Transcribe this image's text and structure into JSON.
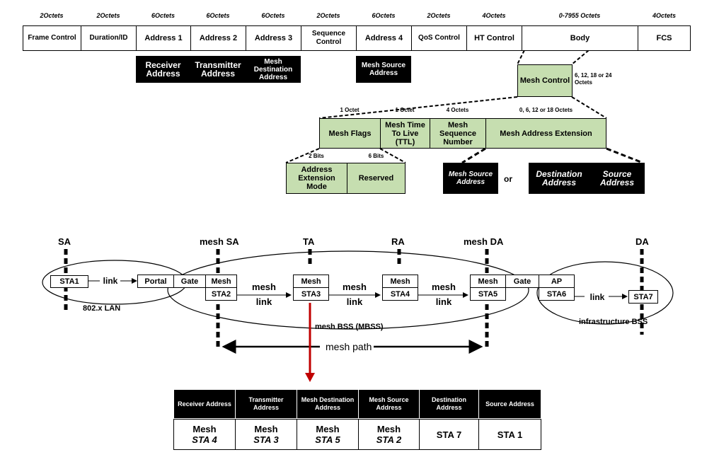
{
  "frame": {
    "octets": [
      "2Octets",
      "2Octets",
      "6Octets",
      "6Octets",
      "6Octets",
      "2Octets",
      "6Octets",
      "2Octets",
      "4Octets",
      "0-7955  Octets",
      "4Octets"
    ],
    "fields": [
      "Frame Control",
      "Duration/ID",
      "Address 1",
      "Address 2",
      "Address 3",
      "Sequence Control",
      "Address 4",
      "QoS Control",
      "HT Control",
      "Body",
      "FCS"
    ],
    "address_roles": {
      "a1": "Receiver Address",
      "a2": "Transmitter Address",
      "a3": "Mesh Destination Address",
      "a4": "Mesh Source Address"
    }
  },
  "mesh_control": {
    "label": "Mesh Control",
    "size": "6, 12, 18 or 24 Octets",
    "octets": [
      "1 Octet",
      "1 Octet",
      "4 Octets",
      "0, 6, 12 or 18 Octets"
    ],
    "fields": [
      "Mesh Flags",
      "Mesh Time To Live (TTL)",
      "Mesh Sequence Number",
      "Mesh Address Extension"
    ],
    "flags_bits": [
      "2 Bits",
      "6 Bits"
    ],
    "flags_fields": [
      "Address Extension Mode",
      "Reserved"
    ],
    "extension_option1": "Mesh Source Address",
    "or": "or",
    "extension_option2": [
      "Destination Address",
      "Source Address"
    ]
  },
  "topology": {
    "markers": [
      "SA",
      "mesh SA",
      "TA",
      "RA",
      "mesh DA",
      "DA"
    ],
    "sta1": "STA1",
    "link": "link",
    "portal": "Portal",
    "gate": "Gate",
    "mesh": "Mesh",
    "sta2": "STA2",
    "sta3": "STA3",
    "sta4": "STA4",
    "sta5": "STA5",
    "ap": "AP",
    "sta6": "STA6",
    "sta7": "STA7",
    "mesh_link": "mesh",
    "mesh_link2": "link",
    "lan_label": "802.x LAN",
    "mbss_label": "mesh BSS (MBSS)",
    "infra_label": "infrastructure BSS",
    "path_label": "mesh path"
  },
  "table": {
    "headers": [
      "Receiver Address",
      "Transmitter Address",
      "Mesh Destination Address",
      "Mesh Source Address",
      "Destination Address",
      "Source Address"
    ],
    "values": [
      [
        "Mesh",
        "STA 4"
      ],
      [
        "Mesh",
        "STA 3"
      ],
      [
        "Mesh",
        "STA 5"
      ],
      [
        "Mesh",
        "STA 2"
      ],
      [
        "STA 7"
      ],
      [
        "STA 1"
      ]
    ]
  },
  "colors": {
    "field_fill": "#c6deb0",
    "arrow": "#c00000",
    "black_box": "#000000"
  }
}
